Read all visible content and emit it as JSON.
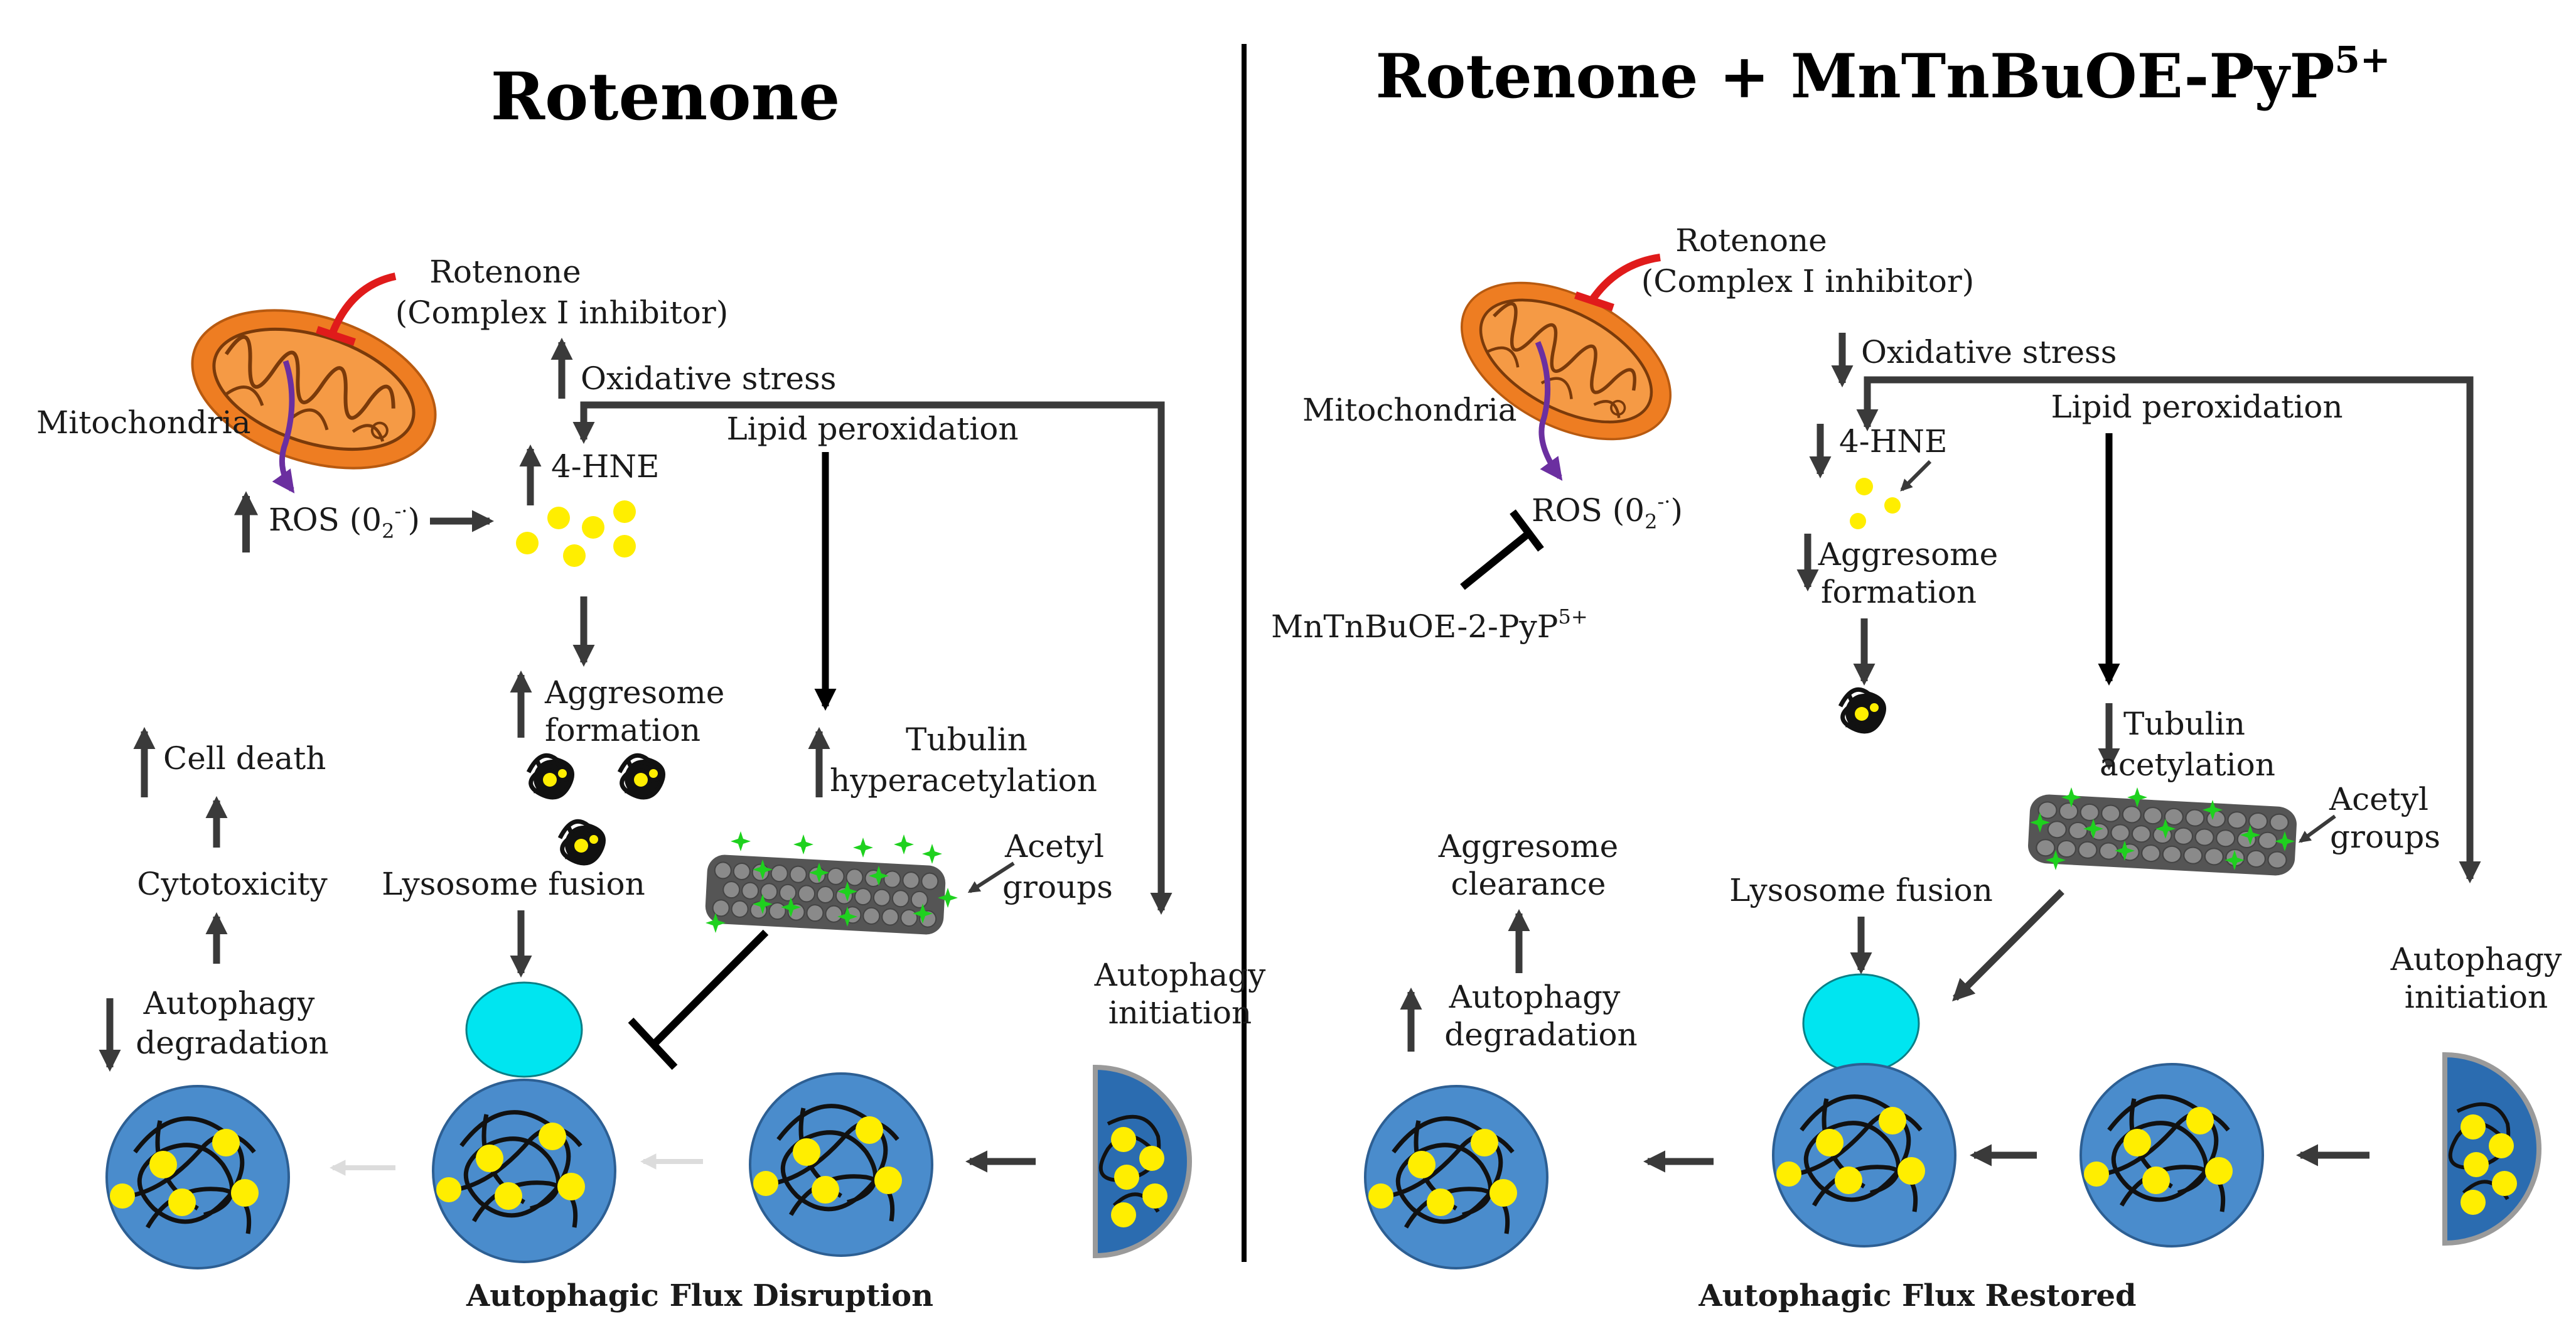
{
  "left": {
    "title": "Rotenone",
    "rotenone": "Rotenone",
    "complex": "(Complex I inhibitor)",
    "mitochondria": "Mitochondria",
    "ros": "ROS (0",
    "ros_sub": "2",
    "ros_sup": "-·",
    "ros_close": ")",
    "oxidative": "Oxidative stress",
    "hne": "4-HNE",
    "lipid": "Lipid peroxidation",
    "aggresome1": "Aggresome",
    "aggresome2": "formation",
    "tubulin1": "Tubulin",
    "tubulin2": "hyperacetylation",
    "acetyl1": "Acetyl",
    "acetyl2": "groups",
    "lysosome": "Lysosome fusion",
    "celldeath": "Cell death",
    "cytotox": "Cytotoxicity",
    "autodeg1": "Autophagy",
    "autodeg2": "degradation",
    "autoinit1": "Autophagy",
    "autoinit2": "initiation",
    "caption": "Autophagic Flux Disruption"
  },
  "right": {
    "title": "Rotenone + MnTnBuOE-PyP",
    "title_sup": "5+",
    "rotenone": "Rotenone",
    "complex": "(Complex I inhibitor)",
    "mitochondria": "Mitochondria",
    "ros": "ROS (0",
    "ros_sub": "2",
    "ros_sup": "-·",
    "ros_close": ")",
    "drug": "MnTnBuOE-2-PyP",
    "drug_sup": "5+",
    "oxidative": "Oxidative stress",
    "hne": "4-HNE",
    "lipid": "Lipid peroxidation",
    "aggresome1": "Aggresome",
    "aggresome2": "formation",
    "tubulin1": "Tubulin",
    "tubulin2": "acetylation",
    "acetyl1": "Acetyl",
    "acetyl2": "groups",
    "lysosome": "Lysosome fusion",
    "clear1": "Aggresome",
    "clear2": "clearance",
    "autodeg1": "Autophagy",
    "autodeg2": "degradation",
    "autoinit1": "Autophagy",
    "autoinit2": "initiation",
    "caption": "Autophagic Flux Restored"
  },
  "colors": {
    "arrow": "#3a3a3a",
    "mito": "#ee7d22",
    "inhibitor": "#e01b1b",
    "lysosome": "#00e5f0",
    "autophagosome": "#4a8ccc",
    "aggregate": "#ffee00",
    "acetyl": "#1ed11e",
    "faded": "#d9d9d9"
  }
}
